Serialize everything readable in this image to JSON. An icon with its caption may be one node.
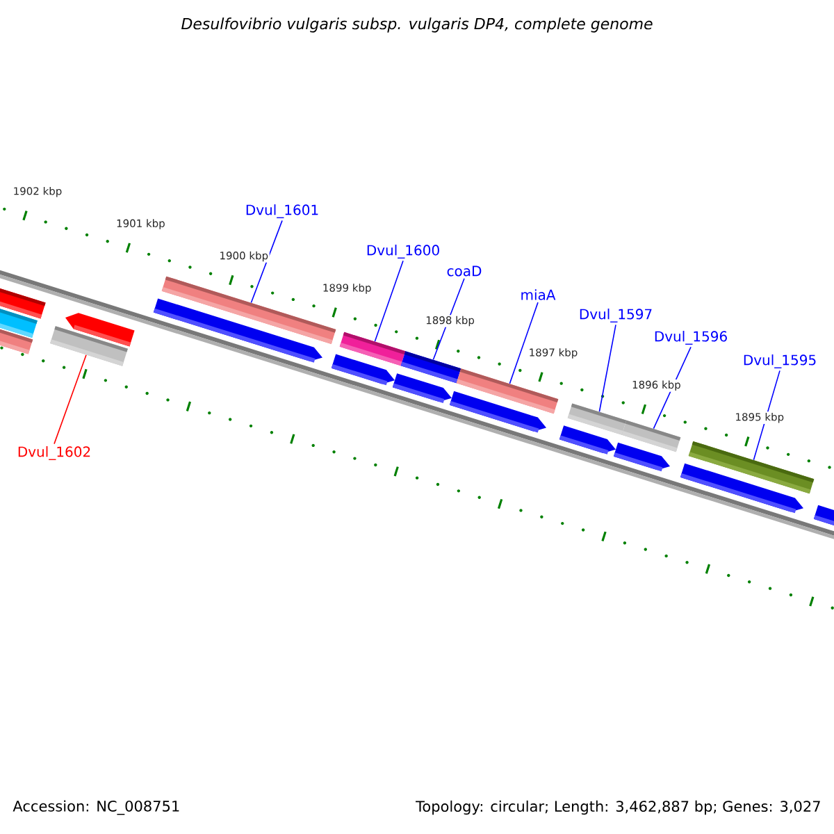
{
  "diagram": {
    "title": "Desulfovibrio vulgaris subsp. vulgaris DP4, complete genome",
    "nodes": [
      {
        "text": [
          "Dvul_1601"
        ]
      },
      {
        "text": [
          "Dvul_1600"
        ]
      },
      {
        "text": [
          "coaD"
        ]
      },
      {
        "text": [
          "miaA"
        ]
      },
      {
        "text": [
          "Dvul_1597"
        ]
      },
      {
        "text": [
          "Dvul_1596"
        ]
      },
      {
        "text": [
          "Dvul_1595"
        ]
      },
      {
        "text": [
          "Dvul_1602"
        ]
      },
      {
        "text": [],
        "shape": "bar"
      },
      {
        "text": [],
        "shape": "bar"
      },
      {
        "text": [],
        "shape": "bar"
      },
      {
        "text": [],
        "shape": "arrow"
      },
      {
        "text": [],
        "shape": "bar"
      },
      {
        "text": [],
        "shape": "bar"
      },
      {
        "text": [],
        "shape": "arrow"
      },
      {
        "text": [],
        "shape": "bar"
      },
      {
        "text": [],
        "shape": "arrow"
      },
      {
        "text": [],
        "shape": "bar"
      },
      {
        "text": [],
        "shape": "arrow"
      },
      {
        "text": [],
        "shape": "bar"
      },
      {
        "text": [],
        "shape": "arrow"
      },
      {
        "text": [],
        "shape": "bar"
      },
      {
        "text": [],
        "shape": "bar"
      },
      {
        "text": [],
        "shape": "arrow"
      },
      {
        "text": [],
        "shape": "arrow"
      },
      {
        "text": [],
        "shape": "bar"
      },
      {
        "text": [],
        "shape": "arrow"
      },
      {
        "text": [],
        "shape": "arrow"
      }
    ],
    "edges": [
      {
        "from": 0,
        "to": 13,
        "arrow": "none"
      },
      {
        "from": 1,
        "to": 15,
        "arrow": "none"
      },
      {
        "from": 2,
        "to": 17,
        "arrow": "none"
      },
      {
        "from": 3,
        "to": 19,
        "arrow": "none"
      },
      {
        "from": 4,
        "to": 21,
        "arrow": "none"
      },
      {
        "from": 5,
        "to": 22,
        "arrow": "none"
      },
      {
        "from": 6,
        "to": 25,
        "arrow": "none"
      },
      {
        "from": 7,
        "to": 12,
        "arrow": "none",
        "color": "#ff0000"
      }
    ],
    "labels": [
      "1902 kbp",
      "1901 kbp",
      "1900 kbp",
      "1899 kbp",
      "1898 kbp",
      "1897 kbp",
      "1896 kbp",
      "1895 kbp",
      "Accession: NC_008751",
      "Topology: circular; Length: 3,462,887 bp; Genes: 3,027"
    ]
  }
}
